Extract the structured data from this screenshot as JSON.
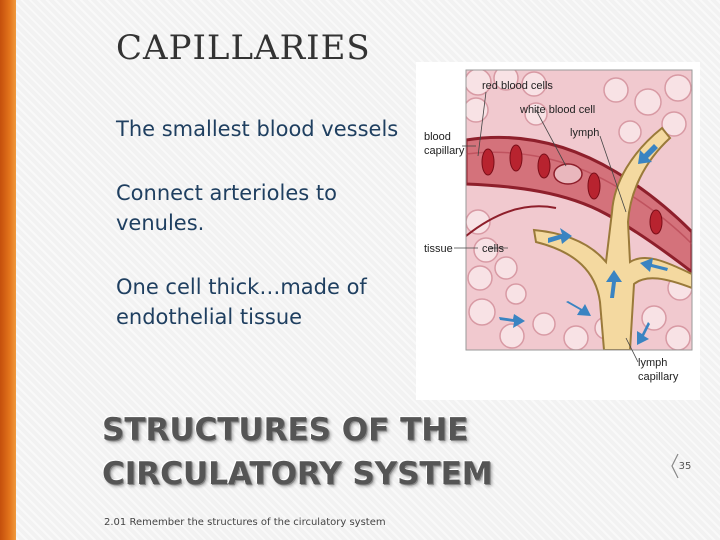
{
  "slide": {
    "title": "CAPILLARIES",
    "bullets": [
      "The smallest blood vessels",
      "Connect arterioles to venules.",
      "One cell thick…made of endothelial tissue"
    ],
    "subtitle_line1": "STRUCTURES OF THE",
    "subtitle_line2": "CIRCULATORY SYSTEM",
    "footer": "2.01 Remember the structures of the circulatory system",
    "page_number": "35"
  },
  "diagram": {
    "labels": {
      "red_blood_cells": "red blood cells",
      "white_blood_cell": "white blood cell",
      "lymph": "lymph",
      "blood": "blood",
      "capillary": "capillary",
      "tissue": "tissue",
      "cells": "cells",
      "lymph_capillary_1": "lymph",
      "lymph_capillary_2": "capillary"
    }
  },
  "colors": {
    "accent": "#e3741c",
    "text": "#1f3f60"
  }
}
